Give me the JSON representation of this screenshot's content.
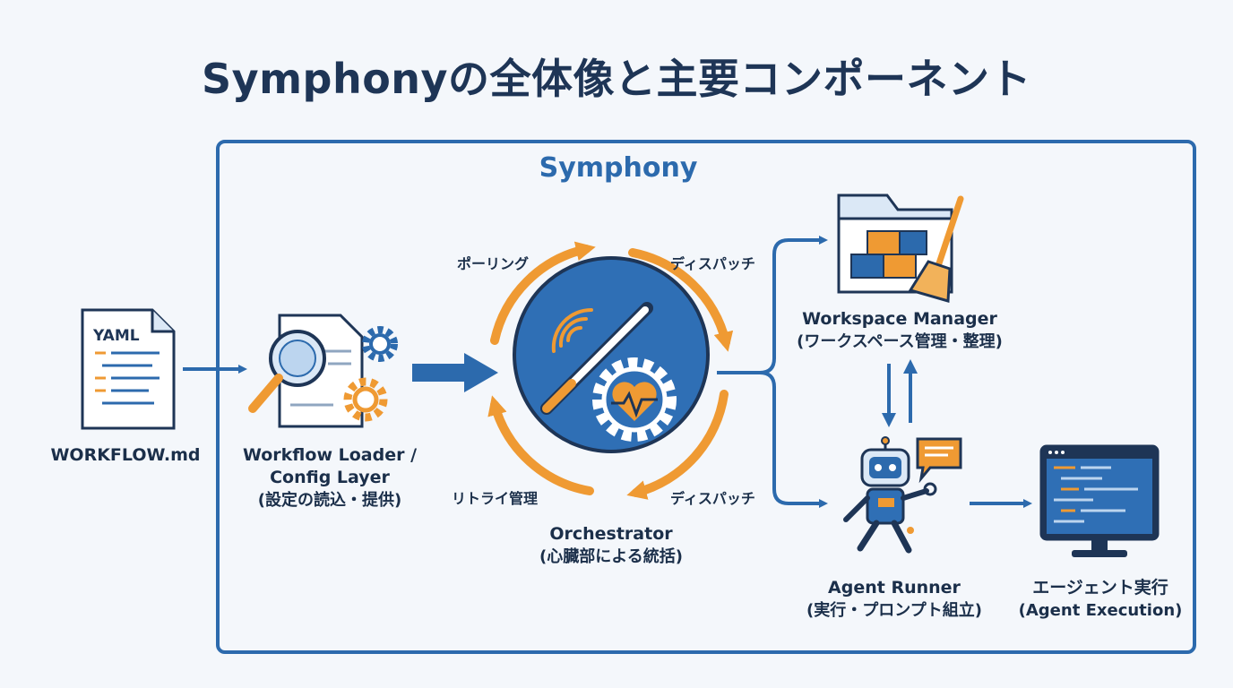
{
  "title": "Symphonyの全体像と主要コンポーネント",
  "container": {
    "label": "Symphony"
  },
  "workflow_file": {
    "doc_label": "YAML",
    "name": "WORKFLOW.md"
  },
  "loader": {
    "name": "Workflow Loader /",
    "name2": "Config Layer",
    "desc": "(設定の読込・提供)"
  },
  "orchestrator": {
    "name": "Orchestrator",
    "desc": "(心臓部による統括)"
  },
  "cycle_labels": {
    "polling": "ポーリング",
    "dispatch_top": "ディスパッチ",
    "retry": "リトライ管理",
    "dispatch_bottom": "ディスパッチ"
  },
  "workspace_manager": {
    "name": "Workspace Manager",
    "desc": "(ワークスペース管理・整理)"
  },
  "agent_runner": {
    "name": "Agent Runner",
    "desc": "(実行・プロンプト組立)"
  },
  "agent_execution": {
    "name": "エージェント実行",
    "desc": "(Agent Execution)"
  },
  "colors": {
    "primary_blue": "#2c6aad",
    "dark_navy": "#1e3556",
    "accent_orange": "#ef9a33",
    "light_blue": "#dbe8f6"
  }
}
